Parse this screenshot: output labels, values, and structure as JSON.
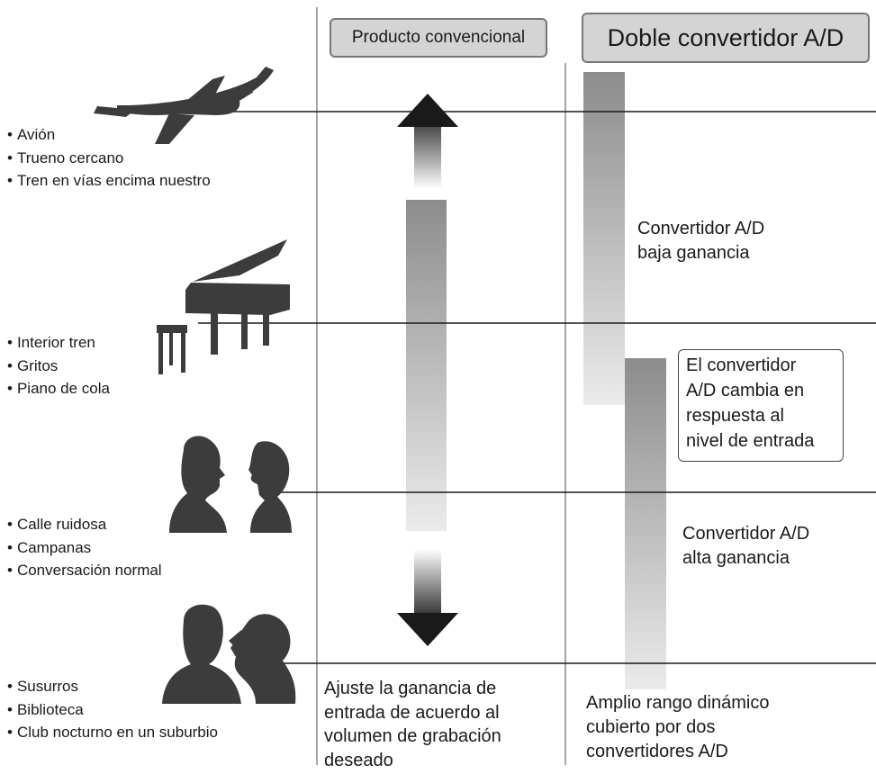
{
  "headers": {
    "conventional": "Producto convencional",
    "dual": "Doble convertidor A/D"
  },
  "levels": [
    {
      "icon": "airplane-icon",
      "items": [
        "Avión",
        "Trueno cercano",
        "Tren en vías encima nuestro"
      ]
    },
    {
      "icon": "grand-piano-icon",
      "items": [
        "Interior tren",
        "Gritos",
        "Piano de cola"
      ]
    },
    {
      "icon": "conversation-icon",
      "items": [
        "Calle ruidosa",
        "Campanas",
        "Conversación normal"
      ]
    },
    {
      "icon": "whisper-icon",
      "items": [
        "Susurros",
        "Biblioteca",
        "Club nocturno en un suburbio"
      ]
    }
  ],
  "labels": {
    "low_gain": [
      "Convertidor A/D",
      "baja ganancia"
    ],
    "high_gain": [
      "Convertidor A/D",
      "alta ganancia"
    ],
    "switch_note": [
      "El convertidor",
      "A/D cambia en",
      "respuesta al",
      "nivel de entrada"
    ],
    "adjust_gain": [
      "Ajuste la ganancia de",
      "entrada de acuerdo al",
      "volumen de grabación",
      "deseado"
    ],
    "wide_range": [
      "Amplio rango dinámico",
      "cubierto por dos",
      "convertidores A/D"
    ]
  },
  "colors": {
    "bar_dark": "#8c8c8c",
    "bar_light": "#e8e8e8",
    "arrow": "#1a1a1a",
    "silhouette": "#3c3c3c",
    "divider": "#888888"
  }
}
